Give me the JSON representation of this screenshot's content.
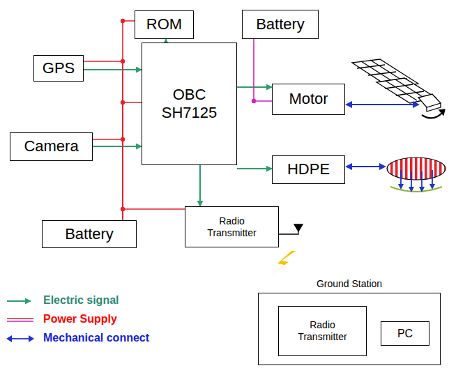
{
  "diagram": {
    "nodes": [
      {
        "text": [
          "ROM"
        ]
      },
      {
        "text": [
          "Battery"
        ]
      },
      {
        "text": [
          "GPS"
        ]
      },
      {
        "text": [
          "OBC SH7125"
        ]
      },
      {
        "text": [
          "Motor"
        ]
      },
      {
        "text": [
          "Camera"
        ]
      },
      {
        "text": [
          "HDPE"
        ]
      },
      {
        "text": [
          "Battery"
        ]
      },
      {
        "text": [
          "Radio Transmitter"
        ]
      },
      {
        "text": [
          "Ground Station"
        ]
      },
      {
        "text": [
          "Radio Transmitter"
        ],
        "in": 9
      },
      {
        "text": [
          "PC"
        ],
        "in": 9
      }
    ],
    "edges": [
      {
        "from": 3,
        "to": 0,
        "arrow": "to"
      },
      {
        "from": 2,
        "to": 3,
        "arrow": "to"
      },
      {
        "from": 5,
        "to": 3,
        "arrow": "to"
      },
      {
        "from": 3,
        "to": 4,
        "arrow": "to"
      },
      {
        "from": 3,
        "to": 6,
        "arrow": "to"
      },
      {
        "from": 3,
        "to": 8,
        "arrow": "to"
      },
      {
        "from": 7,
        "to": 0,
        "arrow": "none"
      },
      {
        "from": 7,
        "to": 2,
        "arrow": "none"
      },
      {
        "from": 7,
        "to": 3,
        "arrow": "none"
      },
      {
        "from": 7,
        "to": 5,
        "arrow": "none"
      },
      {
        "from": 7,
        "to": 8,
        "arrow": "none"
      },
      {
        "from": 1,
        "to": 4,
        "arrow": "none"
      },
      {
        "from": 10,
        "to": 11,
        "arrow": "none"
      }
    ],
    "legend": [
      {
        "text": "Electric signal"
      },
      {
        "text": "Power Supply"
      },
      {
        "text": "Mechanical connect"
      }
    ]
  }
}
